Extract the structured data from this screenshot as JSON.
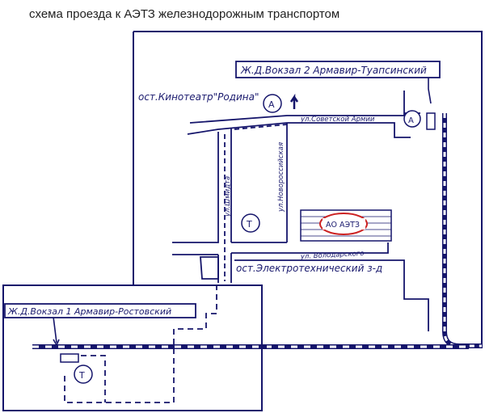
{
  "title": "схема проезда к АЭТЗ железнодорожным транспортом",
  "labels": {
    "station2": "Ж.Д.Вокзал 2 Армавир-Туапсинский",
    "station1": "Ж.Д.Вокзал 1 Армавир-Ростовский",
    "stop_cinema": "ост.Кинотеатр\"Родина\"",
    "stop_electro": "ост.Электротехнический з-д",
    "street_sovetskoy": "ул.Советской Армии",
    "street_novoros": "ул.Новороссийская",
    "street_shmidta": "ул.Шмидта",
    "street_volodarskogo": "ул. Володарского",
    "factory": "АО АЭТЗ",
    "bus_symbol": "А",
    "tram_symbol": "Т"
  },
  "colors": {
    "ink": "#15156b",
    "rail": "#1f5fa8",
    "factory_oval": "#cc2222",
    "title_text": "#222222"
  }
}
